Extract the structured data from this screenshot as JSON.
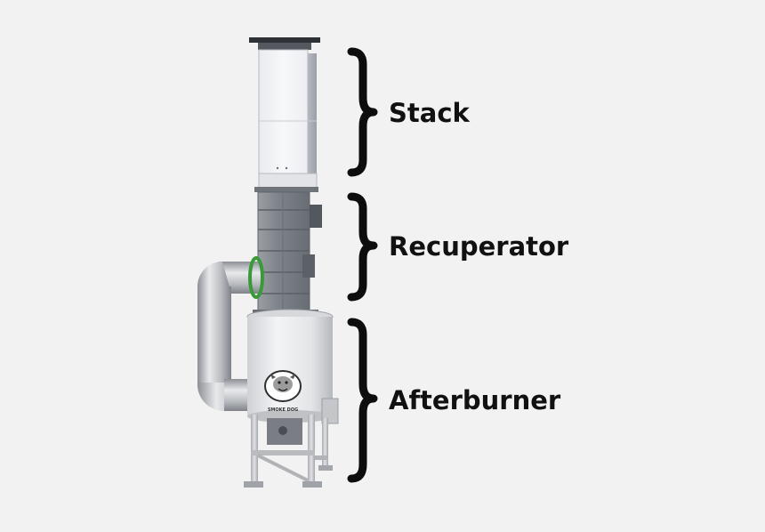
{
  "sections": [
    {
      "key": "stack",
      "label": "Stack"
    },
    {
      "key": "recuperator",
      "label": "Recuperator"
    },
    {
      "key": "afterburner",
      "label": "Afterburner"
    }
  ],
  "logo_text": "SMOKE DOG",
  "colors": {
    "background": "#f2f2f2",
    "label_text": "#111111",
    "brace": "#0d0d0d",
    "stack_panel": "#f4f5f8",
    "recuperator_body": "#8a8e94",
    "afterburner_body": "#e6e7e9",
    "duct": "#b3b6ba",
    "gasket": "#3a9a3a",
    "frame": "#c9cbce"
  },
  "icons": {
    "brace": "curly-brace-right-icon",
    "logo": "bulldog-logo-icon"
  }
}
